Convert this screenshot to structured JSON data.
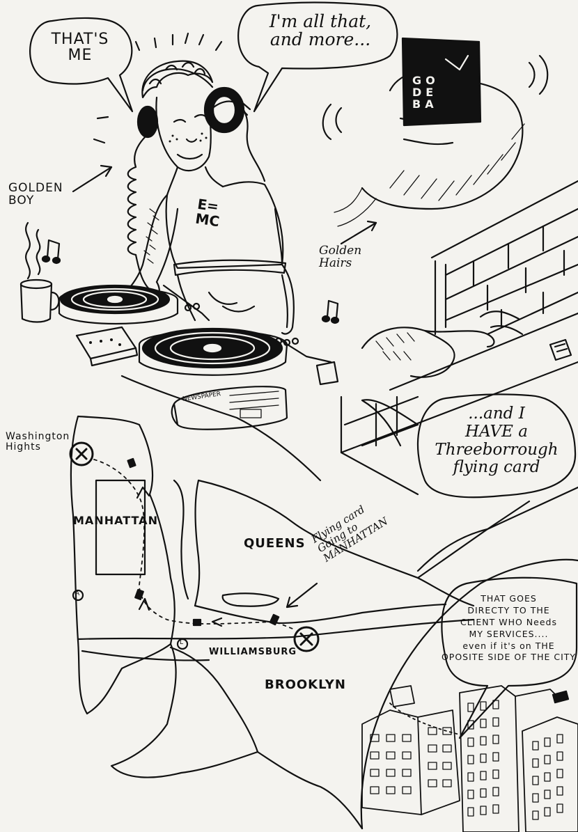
{
  "bubbles": {
    "thats_me": "THAT'S\nME",
    "all_that": "I'm all that,\nand more...",
    "flying_card": "...and I\nHAVE a\nThreeborrough\nflying card",
    "goes_directly": "THAT GOES\nDIRECTY TO THE\nCLIENT WHO Needs\nMY SERVICES....\neven if it's on THE\nOPOSITE SIDE OF THE CITY"
  },
  "labels": {
    "golden_boy": "GOLDEN\nBOY",
    "golden_hairs": "Golden\nHairs",
    "shirt": "E=\nMC",
    "card_letters": "GO\nDE\nBA",
    "newspaper": "NEWSPAPER"
  },
  "map": {
    "washington_heights": "Washington\nHights",
    "manhattan": "MANHATTAN",
    "queens": "QUEENS",
    "brooklyn": "BROOKLYN",
    "williamsburg": "WILLIAMSBURG",
    "flying_card_note": "Flying card\nGoing to\nMANHATTAN",
    "line_a": "A",
    "line_l": "L"
  },
  "colors": {
    "ink": "#111111",
    "paper": "#f4f3ef"
  }
}
